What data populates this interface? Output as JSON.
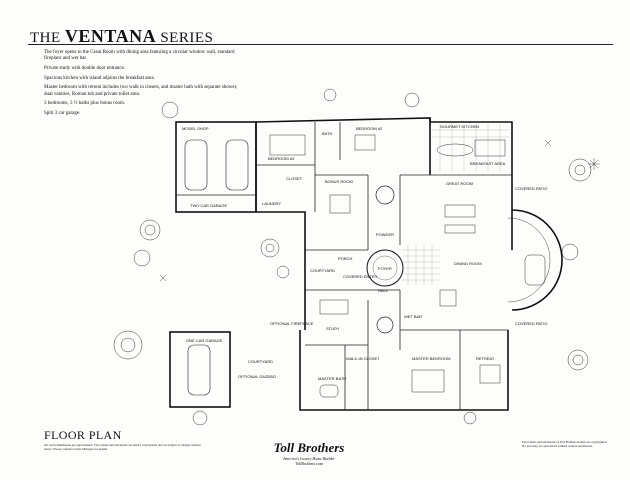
{
  "header": {
    "title_prefix": "THE",
    "title_main": "VENTANA",
    "title_suffix": "SERIES"
  },
  "intro": [
    "The foyer opens to the Great Room with dining area featuring a circular window wall, standard fireplace and wet bar.",
    "Private study with double door entrance.",
    "Spacious kitchen with island adjoins the breakfast area.",
    "Master bedroom with retreat includes two walk in closets, and master bath with separate shower, dual vanities, Roman tub and private toilet area.",
    "3 bedrooms, 3 ½ baths plus bonus room.",
    "Split 3 car garage."
  ],
  "rooms": {
    "two_car_garage": "TWO CAR GARAGE",
    "one_car_garage": "ONE CAR GARAGE",
    "bedroom3": "BEDROOM #3",
    "bedroom2": "BEDROOM #2",
    "bath": "BATH",
    "laundry": "LAUNDRY",
    "bonus_room": "BONUS ROOM",
    "gourmet_kitchen": "GOURMET KITCHEN",
    "breakfast_area": "BREAKFAST AREA",
    "great_room": "GREAT ROOM",
    "covered_patio": "COVERED PATIO",
    "dining_room": "DINING ROOM",
    "foyer": "FOYER",
    "porch": "PORCH",
    "courtyard": "COURTYARD",
    "covered_entry": "COVERED ENTRY",
    "hall": "HALL",
    "study": "STUDY",
    "wet_bar": "WET BAR",
    "powder": "POWDER",
    "master_bedroom": "MASTER BEDROOM",
    "retreat": "RETREAT",
    "master_bath": "MASTER BATH",
    "walk_in_closet": "WALK-IN CLOSET",
    "optional_fireplace": "OPTIONAL FIREPLACE",
    "optional_gazebo": "OPTIONAL GAZEBO",
    "model_shop": "MODEL SHOP",
    "closet": "CLOSET"
  },
  "footer": {
    "floor_plan": "FLOOR PLAN",
    "fine_left": "All room dimensions are approximate. Floor plans and elevations are artist's conceptions and are subject to change without notice. Please consult a Sales Manager for details.",
    "brand": "Toll Brothers",
    "tagline": "America's Luxury Home Builder",
    "website": "TollBrothers.com",
    "fine_right": "Floor plans and elevations of Toll Brothers homes are copyrighted. No part may be reproduced without written permission."
  }
}
